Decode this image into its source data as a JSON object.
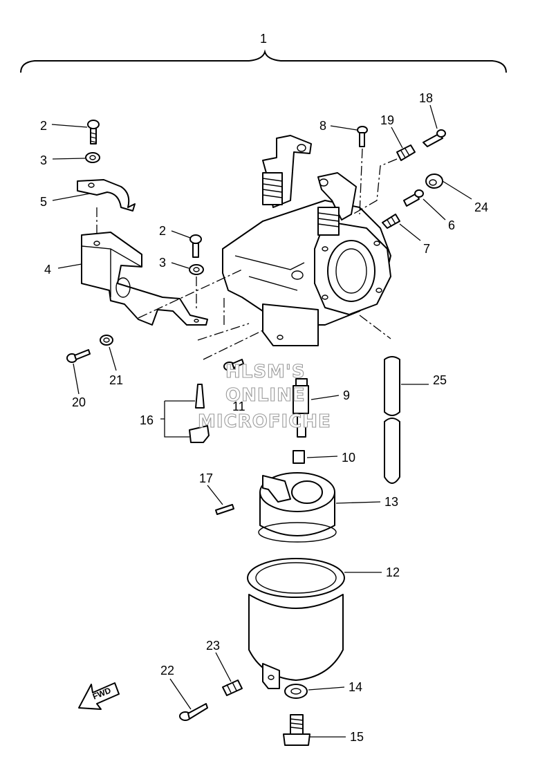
{
  "labels": {
    "l1": "1",
    "l2a": "2",
    "l2b": "2",
    "l3a": "3",
    "l3b": "3",
    "l4": "4",
    "l5": "5",
    "l6": "6",
    "l7": "7",
    "l8": "8",
    "l9": "9",
    "l10": "10",
    "l11": "11",
    "l12": "12",
    "l13": "13",
    "l14": "14",
    "l15": "15",
    "l16": "16",
    "l17": "17",
    "l18": "18",
    "l19": "19",
    "l20": "20",
    "l21": "21",
    "l22": "22",
    "l23": "23",
    "l24": "24",
    "l25": "25"
  },
  "watermark": {
    "line1": "HLSM'S",
    "line2": "ONLINE",
    "line3": "MICROFICHE"
  },
  "fwd": "FWD"
}
